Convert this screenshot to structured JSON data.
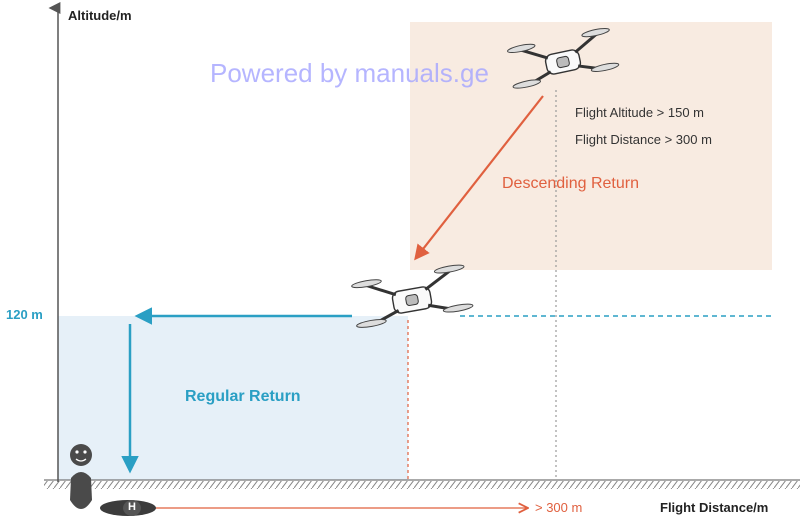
{
  "axes": {
    "y_label": "Altitude/m",
    "x_label": "Flight Distance/m",
    "altitude_marker": "120 m",
    "distance_marker": "> 300 m"
  },
  "conditions": {
    "altitude": "Flight Altitude > 150 m",
    "distance": "Flight Distance > 300 m"
  },
  "labels": {
    "descending": "Descending Return",
    "regular": "Regular Return",
    "home_point": "H"
  },
  "watermark": "Powered by manuals.ge",
  "colors": {
    "descending": "#e0603f",
    "regular": "#2a9fc4",
    "descending_zone": "#f8ebe1",
    "regular_zone": "#e6f0f8"
  },
  "icons": [
    "drone-icon",
    "pilot-icon",
    "home-point-icon"
  ]
}
